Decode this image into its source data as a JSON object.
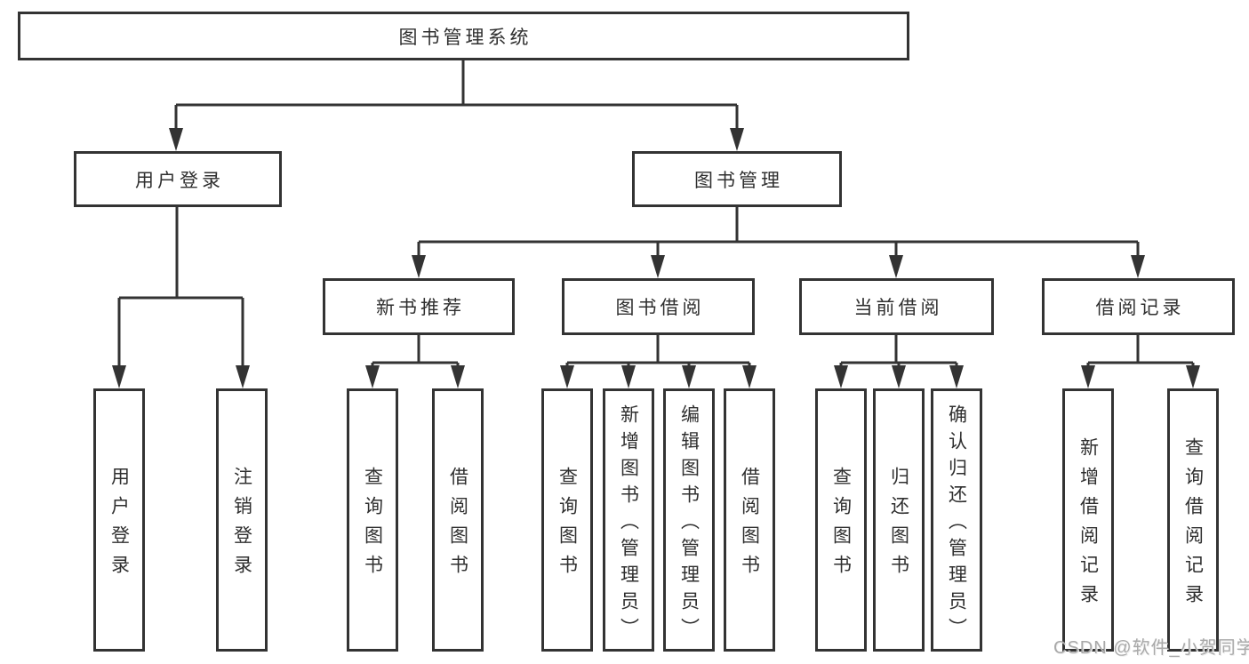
{
  "tree": {
    "root": {
      "label": "图书管理系统"
    },
    "branches": [
      {
        "label": "用户登录",
        "leaves": [
          {
            "label": "用户登录"
          },
          {
            "label": "注销登录"
          }
        ]
      },
      {
        "label": "图书管理",
        "groups": [
          {
            "label": "新书推荐",
            "leaves": [
              {
                "label": "查询图书"
              },
              {
                "label": "借阅图书"
              }
            ]
          },
          {
            "label": "图书借阅",
            "leaves": [
              {
                "label": "查询图书"
              },
              {
                "label": "新增图书（管理员）"
              },
              {
                "label": "编辑图书（管理员）"
              },
              {
                "label": "借阅图书"
              }
            ]
          },
          {
            "label": "当前借阅",
            "leaves": [
              {
                "label": "查询图书"
              },
              {
                "label": "归还图书"
              },
              {
                "label": "确认归还（管理员）"
              }
            ]
          },
          {
            "label": "借阅记录",
            "leaves": [
              {
                "label": "新增借阅记录"
              },
              {
                "label": "查询借阅记录"
              }
            ]
          }
        ]
      }
    ]
  },
  "watermark": {
    "text": "CSDN @软件_小贺同学"
  },
  "colors": {
    "line": "#333333",
    "box_border": "#333333",
    "text": "#2f2f2f",
    "watermark": "#a9a9a9",
    "background": "#ffffff"
  }
}
